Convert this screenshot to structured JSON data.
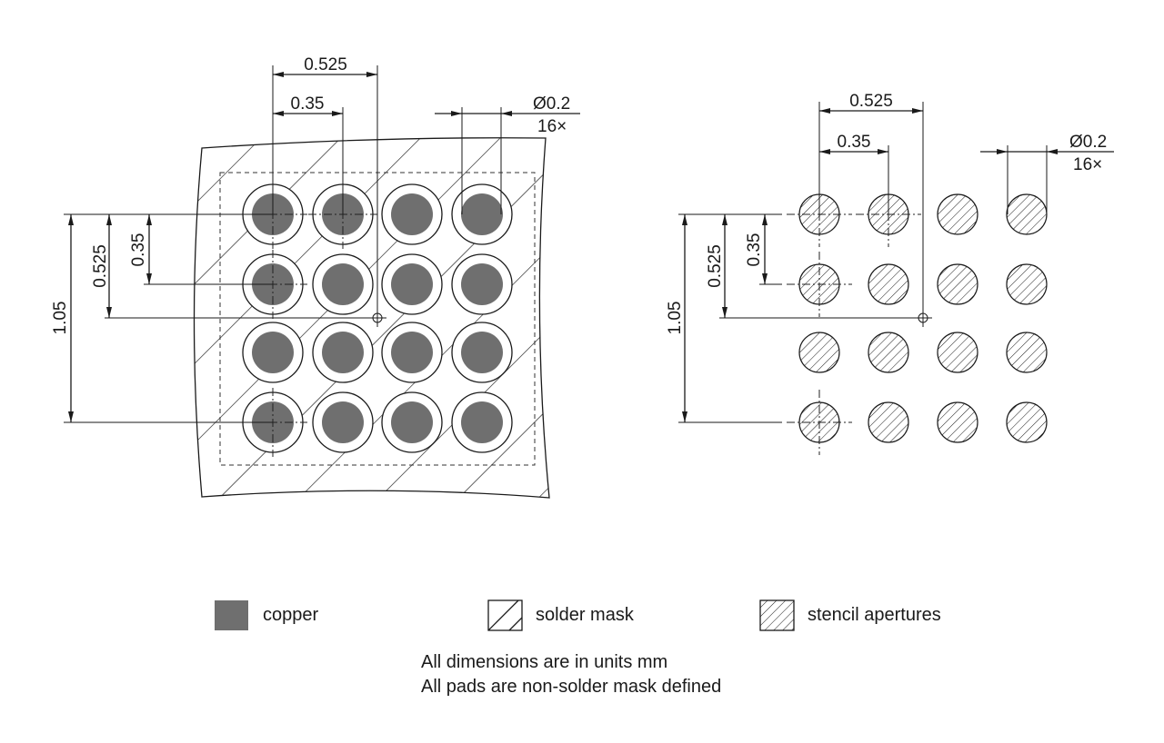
{
  "footprint": {
    "pitch_small": "0.35",
    "pitch_large": "0.525",
    "pitch_total": "1.05",
    "diameter": "Ø0.2",
    "count": "16×"
  },
  "stencil": {
    "pitch_small": "0.35",
    "pitch_large": "0.525",
    "pitch_total": "1.05",
    "diameter": "Ø0.2",
    "count": "16×"
  },
  "legend": {
    "copper": "copper",
    "solder_mask": "solder mask",
    "stencil": "stencil apertures"
  },
  "notes": {
    "line1": "All dimensions are in units mm",
    "line2": "All pads are non-solder mask defined"
  },
  "colors": {
    "copper": "#6f6f6f",
    "line": "#1a1a1a"
  }
}
